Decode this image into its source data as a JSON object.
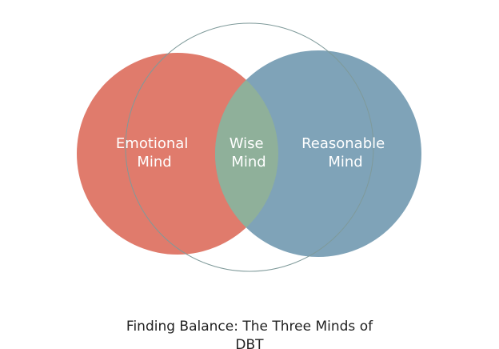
{
  "diagram": {
    "circles": [
      {
        "id": "emotional",
        "label_lines": [
          "Emotional",
          "Mind"
        ],
        "color": "#e07b6c"
      },
      {
        "id": "reasonable",
        "label_lines": [
          "Reasonable",
          "Mind"
        ],
        "color": "#7fa3b8"
      },
      {
        "id": "wise",
        "label_lines": [
          "Wise",
          "Mind"
        ],
        "color": "#8fb09a",
        "outline_color": "#7f9a9a"
      }
    ],
    "caption_lines": [
      "Finding Balance: The Three Minds of",
      "DBT"
    ]
  }
}
